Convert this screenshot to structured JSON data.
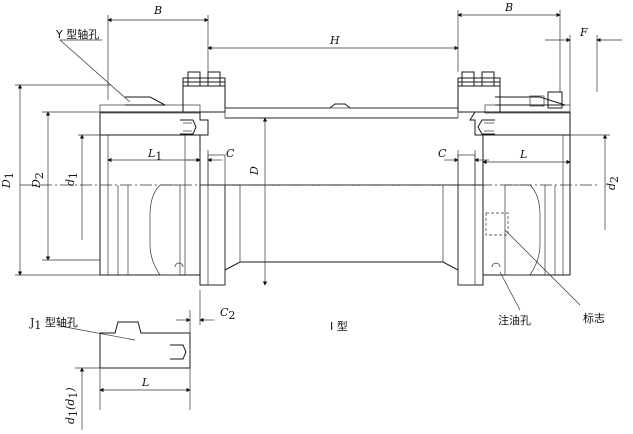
{
  "labels": {
    "y_bore": "Y 型轴孔",
    "j1_bore": "J",
    "j1_sub": "1",
    "j1_rest": " 型轴孔",
    "type_label": "I 型",
    "oil_hole": "注油孔",
    "mark": "标志"
  },
  "dims": {
    "B_left": "B",
    "B_right": "B",
    "H": "H",
    "F": "F",
    "D1": "D",
    "D1_sub": "1",
    "D2": "D",
    "D2_sub": "2",
    "d1": "d",
    "d1_sub": "1",
    "L1": "L",
    "L1_sub": "1",
    "C_left": "C",
    "D": "D",
    "C_right": "C",
    "L_right": "L",
    "d2": "d",
    "d2_sub": "2",
    "C2": "C",
    "C2_sub": "2",
    "L_bottom": "L",
    "d_bottom": "d",
    "d_bottom_sub": "1",
    "d_bottom_paren": "(d",
    "d_bottom_paren_sub": "1",
    "d_bottom_close": ")"
  }
}
